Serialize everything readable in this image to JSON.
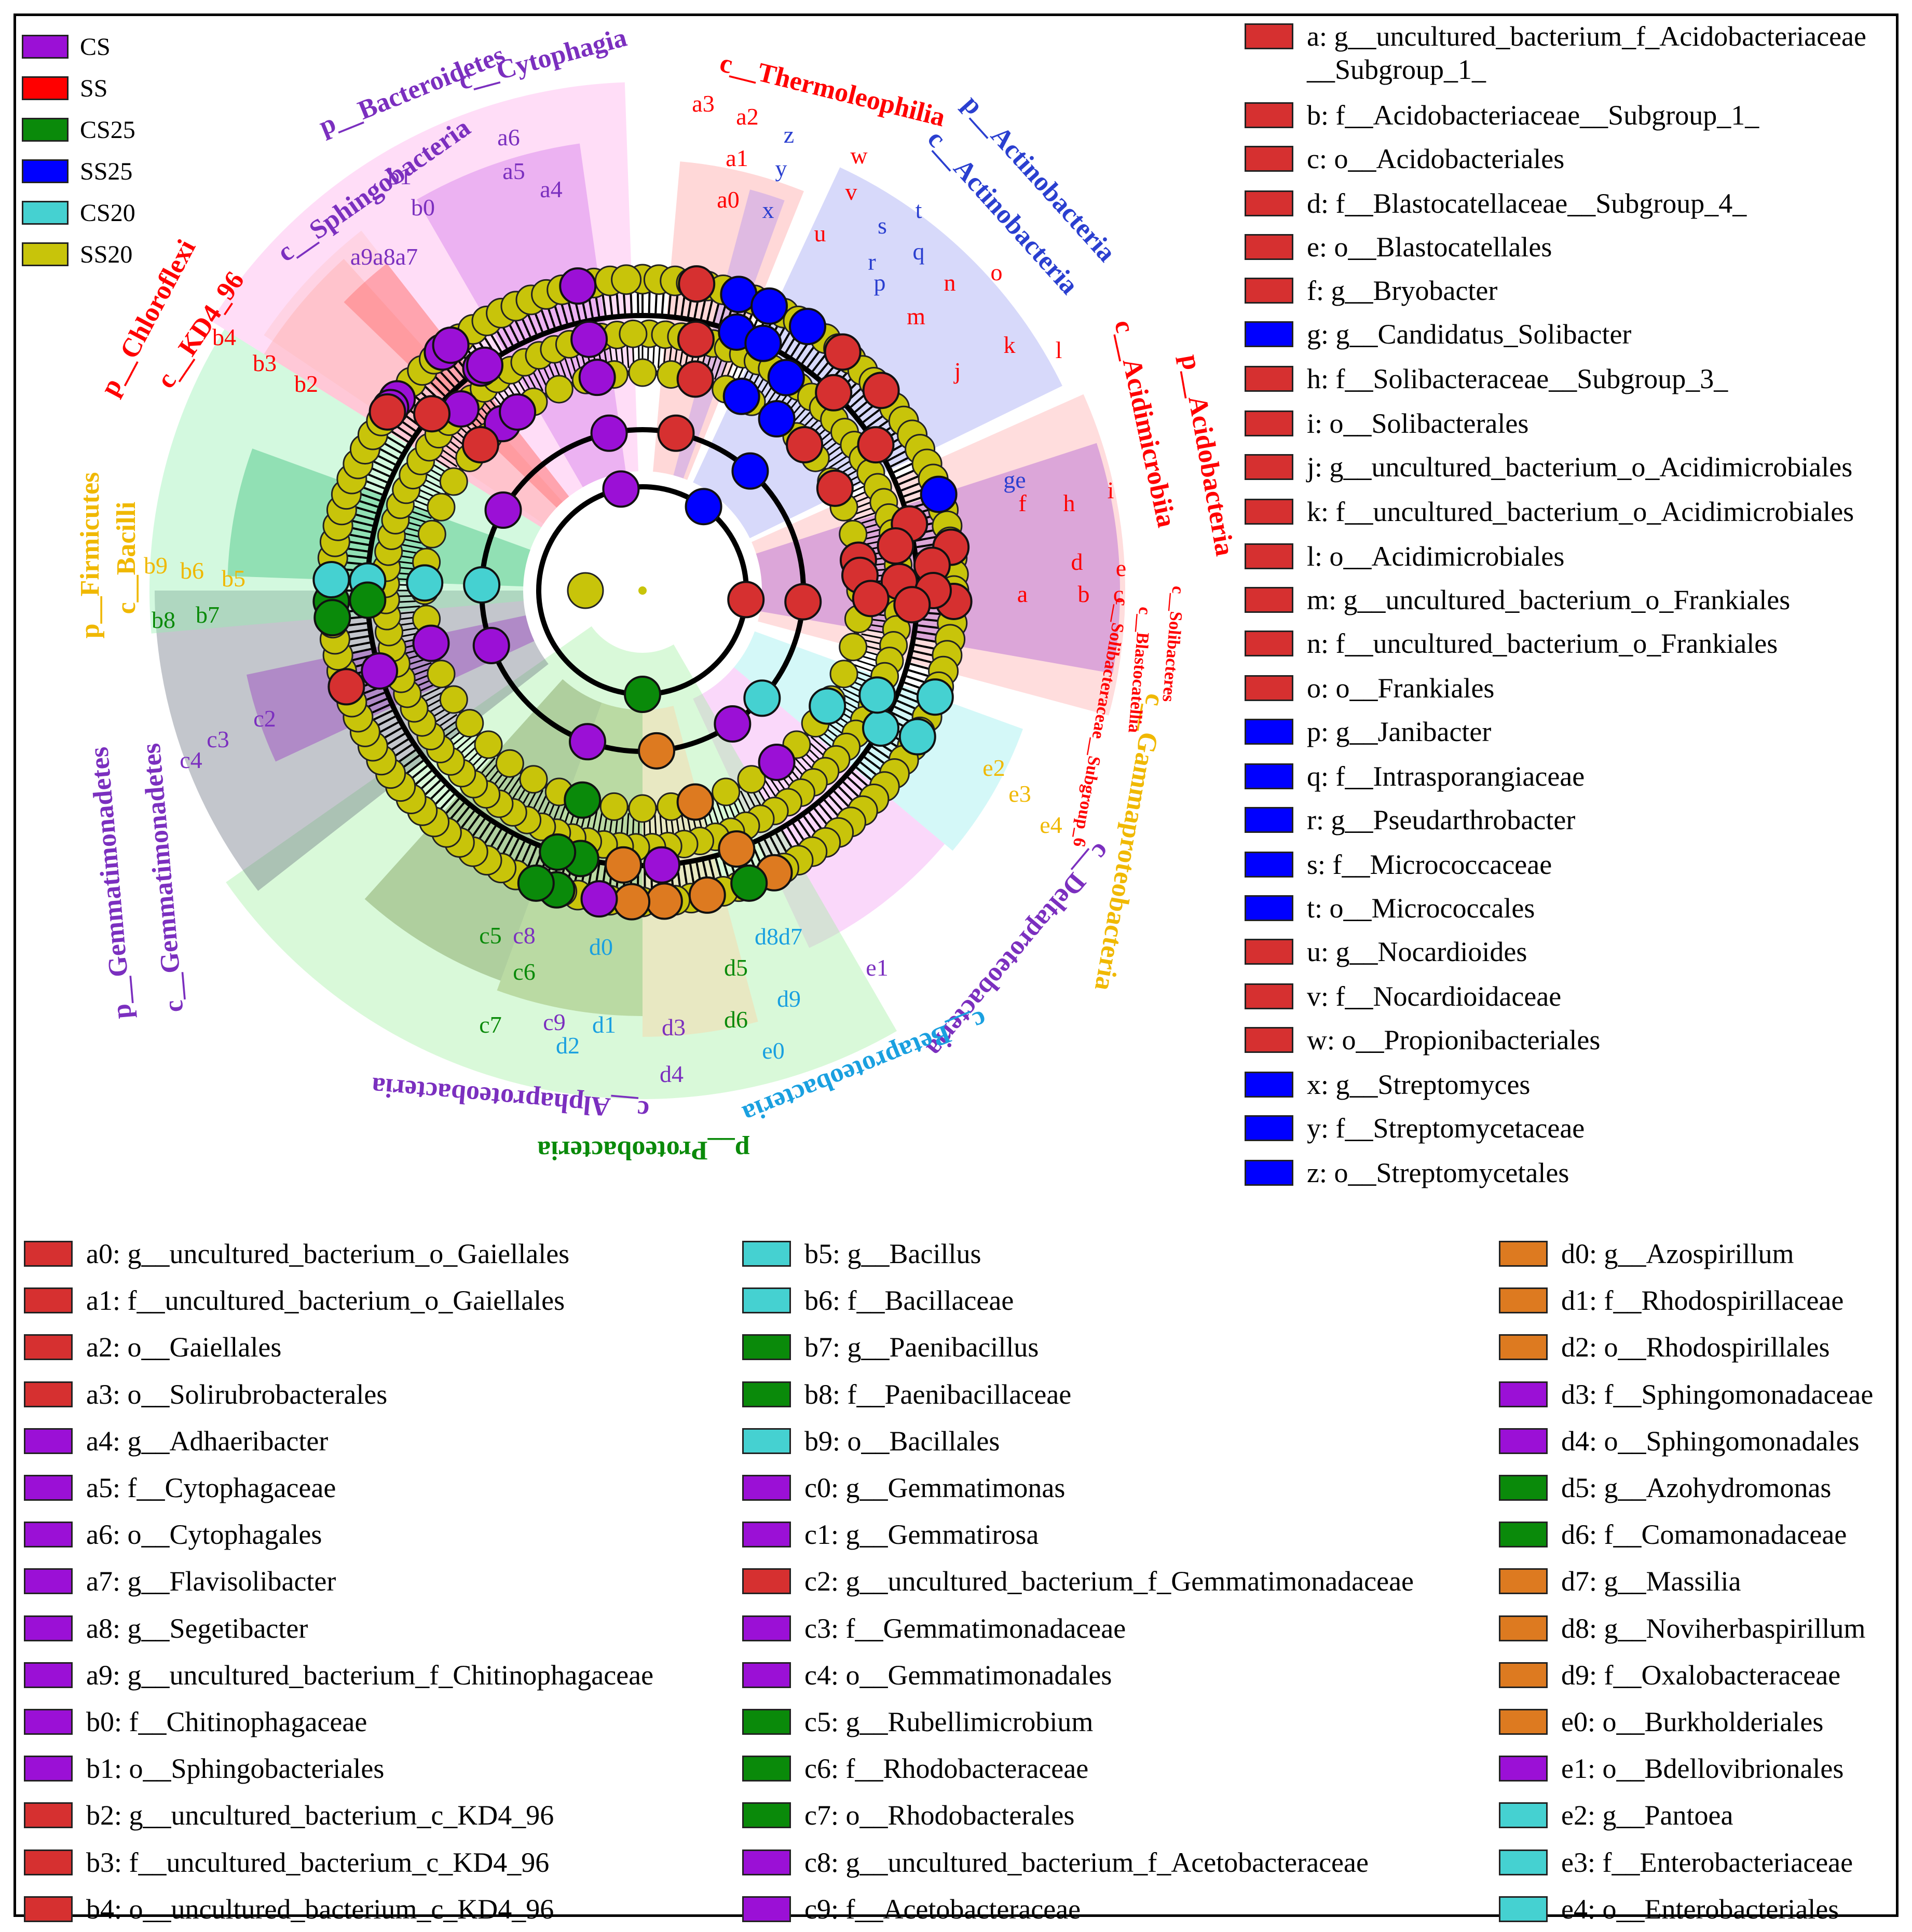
{
  "colors": {
    "CS": "#9b10d6",
    "SS": "#ff0000",
    "CS25": "#0a8a0a",
    "SS25": "#0000ff",
    "CS20": "#45d1d1",
    "SS20": "#c8c40a",
    "red_node": "#d63030",
    "orange_node": "#dd7a20"
  },
  "group_legend": [
    {
      "label": "CS",
      "color": "#9b10d6"
    },
    {
      "label": "SS",
      "color": "#ff0000"
    },
    {
      "label": "CS25",
      "color": "#0a8a0a"
    },
    {
      "label": "SS25",
      "color": "#0000ff"
    },
    {
      "label": "CS20",
      "color": "#45d1d1"
    },
    {
      "label": "SS20",
      "color": "#c8c40a"
    }
  ],
  "sector_labels": [
    {
      "text": "p__Bacteroidetes",
      "color": "#7b2fbf"
    },
    {
      "text": "c__Cytophagia",
      "color": "#7b2fbf"
    },
    {
      "text": "c__Sphingobacteria",
      "color": "#7b2fbf"
    },
    {
      "text": "c__Thermoleophilia",
      "color": "#ff0000"
    },
    {
      "text": "p__Actinobacteria",
      "color": "#2a3fd0"
    },
    {
      "text": "c__Actinobacteria",
      "color": "#2a3fd0"
    },
    {
      "text": "c__Acidimicrobiia",
      "color": "#ff0000"
    },
    {
      "text": "p__Acidobacteria",
      "color": "#ff0000"
    },
    {
      "text": "p__Chloroflexi",
      "color": "#ff0000"
    },
    {
      "text": "c__KD4_96",
      "color": "#ff0000"
    },
    {
      "text": "p__Firmicutes",
      "color": "#f0b800"
    },
    {
      "text": "c__Bacilli",
      "color": "#f0b800"
    },
    {
      "text": "p__Gemmatimonadetes",
      "color": "#7b2fbf"
    },
    {
      "text": "c__Gemmatimonadetes",
      "color": "#7b2fbf"
    },
    {
      "text": "c__Gammaproteobacteria",
      "color": "#f0b800"
    },
    {
      "text": "c__Deltaproteobacteria",
      "color": "#7b2fbf"
    },
    {
      "text": "c__Betaproteobacteria",
      "color": "#1aa0e0"
    },
    {
      "text": "c__Alphaproteobacteria",
      "color": "#7b2fbf"
    },
    {
      "text": "p__Proteobacteria",
      "color": "#0a8a0a"
    },
    {
      "text": "c__Solibacteres",
      "color": "#ff0000"
    },
    {
      "text": "c__Blastocatellia",
      "color": "#ff0000"
    },
    {
      "text": "c__Solibacteraceae__Subgroup_6",
      "color": "#ff0000"
    }
  ],
  "node_labels": [
    {
      "text": "a3",
      "color": "#ff0000"
    },
    {
      "text": "a2",
      "color": "#ff0000"
    },
    {
      "text": "a1",
      "color": "#ff0000"
    },
    {
      "text": "a0",
      "color": "#ff0000"
    },
    {
      "text": "z",
      "color": "#2a3fd0"
    },
    {
      "text": "y",
      "color": "#2a3fd0"
    },
    {
      "text": "x",
      "color": "#2a3fd0"
    },
    {
      "text": "w",
      "color": "#ff0000"
    },
    {
      "text": "v",
      "color": "#ff0000"
    },
    {
      "text": "u",
      "color": "#ff0000"
    },
    {
      "text": "s",
      "color": "#2a3fd0"
    },
    {
      "text": "r",
      "color": "#2a3fd0"
    },
    {
      "text": "p",
      "color": "#2a3fd0"
    },
    {
      "text": "t",
      "color": "#2a3fd0"
    },
    {
      "text": "q",
      "color": "#2a3fd0"
    },
    {
      "text": "m",
      "color": "#ff0000"
    },
    {
      "text": "n",
      "color": "#ff0000"
    },
    {
      "text": "o",
      "color": "#ff0000"
    },
    {
      "text": "k",
      "color": "#ff0000"
    },
    {
      "text": "j",
      "color": "#ff0000"
    },
    {
      "text": "l",
      "color": "#ff0000"
    },
    {
      "text": "ge",
      "color": "#2a3fd0"
    },
    {
      "text": "f",
      "color": "#ff0000"
    },
    {
      "text": "h",
      "color": "#ff0000"
    },
    {
      "text": "i",
      "color": "#ff0000"
    },
    {
      "text": "d",
      "color": "#ff0000"
    },
    {
      "text": "b",
      "color": "#ff0000"
    },
    {
      "text": "e",
      "color": "#ff0000"
    },
    {
      "text": "c",
      "color": "#ff0000"
    },
    {
      "text": "a",
      "color": "#ff0000"
    },
    {
      "text": "a6",
      "color": "#7b2fbf"
    },
    {
      "text": "a5",
      "color": "#7b2fbf"
    },
    {
      "text": "a4",
      "color": "#7b2fbf"
    },
    {
      "text": "b1",
      "color": "#7b2fbf"
    },
    {
      "text": "b0",
      "color": "#7b2fbf"
    },
    {
      "text": "a9a8a7",
      "color": "#7b2fbf"
    },
    {
      "text": "b4",
      "color": "#ff0000"
    },
    {
      "text": "b3",
      "color": "#ff0000"
    },
    {
      "text": "b2",
      "color": "#ff0000"
    },
    {
      "text": "b9",
      "color": "#f0b800"
    },
    {
      "text": "b6",
      "color": "#f0b800"
    },
    {
      "text": "b5",
      "color": "#f0b800"
    },
    {
      "text": "b8",
      "color": "#0a8a0a"
    },
    {
      "text": "b7",
      "color": "#0a8a0a"
    },
    {
      "text": "c4",
      "color": "#7b2fbf"
    },
    {
      "text": "c3",
      "color": "#7b2fbf"
    },
    {
      "text": "c2",
      "color": "#7b2fbf"
    },
    {
      "text": "c5",
      "color": "#0a8a0a"
    },
    {
      "text": "c6",
      "color": "#0a8a0a"
    },
    {
      "text": "c7",
      "color": "#0a8a0a"
    },
    {
      "text": "c8",
      "color": "#7b2fbf"
    },
    {
      "text": "c9",
      "color": "#7b2fbf"
    },
    {
      "text": "d0",
      "color": "#1aa0e0"
    },
    {
      "text": "d1",
      "color": "#1aa0e0"
    },
    {
      "text": "d2",
      "color": "#1aa0e0"
    },
    {
      "text": "d3",
      "color": "#7b2fbf"
    },
    {
      "text": "d4",
      "color": "#7b2fbf"
    },
    {
      "text": "d5",
      "color": "#0a8a0a"
    },
    {
      "text": "d6",
      "color": "#0a8a0a"
    },
    {
      "text": "d8d7",
      "color": "#1aa0e0"
    },
    {
      "text": "d9",
      "color": "#1aa0e0"
    },
    {
      "text": "e0",
      "color": "#1aa0e0"
    },
    {
      "text": "e1",
      "color": "#7b2fbf"
    },
    {
      "text": "e2",
      "color": "#f0b800"
    },
    {
      "text": "e3",
      "color": "#f0b800"
    },
    {
      "text": "e4",
      "color": "#f0b800"
    }
  ],
  "right_legend": [
    {
      "label": "a: g__uncultured_bacterium_f_Acidobacteriaceae",
      "color": "#d63030"
    },
    {
      "label": "__Subgroup_1_",
      "color": ""
    },
    {
      "label": "b: f__Acidobacteriaceae__Subgroup_1_",
      "color": "#d63030"
    },
    {
      "label": "c: o__Acidobacteriales",
      "color": "#d63030"
    },
    {
      "label": "d: f__Blastocatellaceae__Subgroup_4_",
      "color": "#d63030"
    },
    {
      "label": "e: o__Blastocatellales",
      "color": "#d63030"
    },
    {
      "label": "f: g__Bryobacter",
      "color": "#d63030"
    },
    {
      "label": "g: g__Candidatus_Solibacter",
      "color": "#0000ff"
    },
    {
      "label": "h: f__Solibacteraceae__Subgroup_3_",
      "color": "#d63030"
    },
    {
      "label": "i: o__Solibacterales",
      "color": "#d63030"
    },
    {
      "label": "j: g__uncultured_bacterium_o_Acidimicrobiales",
      "color": "#d63030"
    },
    {
      "label": "k: f__uncultured_bacterium_o_Acidimicrobiales",
      "color": "#d63030"
    },
    {
      "label": "l: o__Acidimicrobiales",
      "color": "#d63030"
    },
    {
      "label": "m: g__uncultured_bacterium_o_Frankiales",
      "color": "#d63030"
    },
    {
      "label": "n: f__uncultured_bacterium_o_Frankiales",
      "color": "#d63030"
    },
    {
      "label": "o: o__Frankiales",
      "color": "#d63030"
    },
    {
      "label": "p: g__Janibacter",
      "color": "#0000ff"
    },
    {
      "label": "q: f__Intrasporangiaceae",
      "color": "#0000ff"
    },
    {
      "label": "r: g__Pseudarthrobacter",
      "color": "#0000ff"
    },
    {
      "label": "s: f__Micrococcaceae",
      "color": "#0000ff"
    },
    {
      "label": "t: o__Micrococcales",
      "color": "#0000ff"
    },
    {
      "label": "u: g__Nocardioides",
      "color": "#d63030"
    },
    {
      "label": "v: f__Nocardioidaceae",
      "color": "#d63030"
    },
    {
      "label": "w: o__Propionibacteriales",
      "color": "#d63030"
    },
    {
      "label": "x: g__Streptomyces",
      "color": "#0000ff"
    },
    {
      "label": "y: f__Streptomycetaceae",
      "color": "#0000ff"
    },
    {
      "label": "z: o__Streptomycetales",
      "color": "#0000ff"
    }
  ],
  "bottom_legend": {
    "col1": [
      {
        "label": "a0: g__uncultured_bacterium_o_Gaiellales",
        "color": "#d63030"
      },
      {
        "label": "a1: f__uncultured_bacterium_o_Gaiellales",
        "color": "#d63030"
      },
      {
        "label": "a2: o__Gaiellales",
        "color": "#d63030"
      },
      {
        "label": "a3: o__Solirubrobacterales",
        "color": "#d63030"
      },
      {
        "label": "a4: g__Adhaeribacter",
        "color": "#9b10d6"
      },
      {
        "label": "a5: f__Cytophagaceae",
        "color": "#9b10d6"
      },
      {
        "label": "a6: o__Cytophagales",
        "color": "#9b10d6"
      },
      {
        "label": "a7: g__Flavisolibacter",
        "color": "#9b10d6"
      },
      {
        "label": "a8: g__Segetibacter",
        "color": "#9b10d6"
      },
      {
        "label": "a9: g__uncultured_bacterium_f_Chitinophagaceae",
        "color": "#9b10d6"
      },
      {
        "label": "b0: f__Chitinophagaceae",
        "color": "#9b10d6"
      },
      {
        "label": "b1: o__Sphingobacteriales",
        "color": "#9b10d6"
      },
      {
        "label": "b2: g__uncultured_bacterium_c_KD4_96",
        "color": "#d63030"
      },
      {
        "label": "b3: f__uncultured_bacterium_c_KD4_96",
        "color": "#d63030"
      },
      {
        "label": "b4: o__uncultured_bacterium_c_KD4_96",
        "color": "#d63030"
      }
    ],
    "col2": [
      {
        "label": "b5: g__Bacillus",
        "color": "#45d1d1"
      },
      {
        "label": "b6: f__Bacillaceae",
        "color": "#45d1d1"
      },
      {
        "label": "b7: g__Paenibacillus",
        "color": "#0a8a0a"
      },
      {
        "label": "b8: f__Paenibacillaceae",
        "color": "#0a8a0a"
      },
      {
        "label": "b9: o__Bacillales",
        "color": "#45d1d1"
      },
      {
        "label": "c0: g__Gemmatimonas",
        "color": "#9b10d6"
      },
      {
        "label": "c1: g__Gemmatirosa",
        "color": "#9b10d6"
      },
      {
        "label": "c2: g__uncultured_bacterium_f_Gemmatimonadaceae",
        "color": "#d63030"
      },
      {
        "label": "c3: f__Gemmatimonadaceae",
        "color": "#9b10d6"
      },
      {
        "label": "c4: o__Gemmatimonadales",
        "color": "#9b10d6"
      },
      {
        "label": "c5: g__Rubellimicrobium",
        "color": "#0a8a0a"
      },
      {
        "label": "c6: f__Rhodobacteraceae",
        "color": "#0a8a0a"
      },
      {
        "label": "c7: o__Rhodobacterales",
        "color": "#0a8a0a"
      },
      {
        "label": "c8: g__uncultured_bacterium_f_Acetobacteraceae",
        "color": "#9b10d6"
      },
      {
        "label": "c9: f__Acetobacteraceae",
        "color": "#9b10d6"
      }
    ],
    "col3": [
      {
        "label": "d0: g__Azospirillum",
        "color": "#dd7a20"
      },
      {
        "label": "d1: f__Rhodospirillaceae",
        "color": "#dd7a20"
      },
      {
        "label": "d2: o__Rhodospirillales",
        "color": "#dd7a20"
      },
      {
        "label": "d3: f__Sphingomonadaceae",
        "color": "#9b10d6"
      },
      {
        "label": "d4: o__Sphingomonadales",
        "color": "#9b10d6"
      },
      {
        "label": "d5: g__Azohydromonas",
        "color": "#0a8a0a"
      },
      {
        "label": "d6: f__Comamonadaceae",
        "color": "#0a8a0a"
      },
      {
        "label": "d7: g__Massilia",
        "color": "#dd7a20"
      },
      {
        "label": "d8: g__Noviherbaspirillum",
        "color": "#dd7a20"
      },
      {
        "label": "d9: f__Oxalobacteraceae",
        "color": "#dd7a20"
      },
      {
        "label": "e0: o__Burkholderiales",
        "color": "#dd7a20"
      },
      {
        "label": "e1: o__Bdellovibrionales",
        "color": "#9b10d6"
      },
      {
        "label": "e2: g__Pantoea",
        "color": "#45d1d1"
      },
      {
        "label": "e3: f__Enterobacteriaceae",
        "color": "#45d1d1"
      },
      {
        "label": "e4: o__Enterobacteriales",
        "color": "#45d1d1"
      }
    ]
  }
}
